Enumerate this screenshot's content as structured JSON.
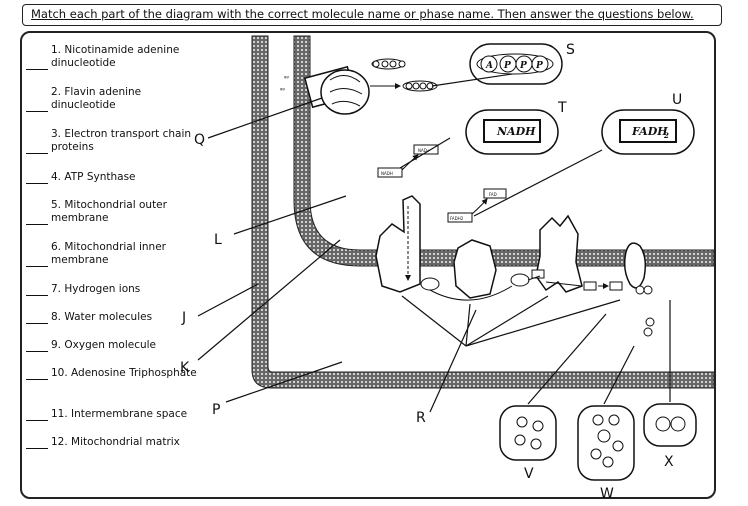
{
  "title": "Match each part of the diagram with the correct molecule name or phase name.  Then answer the questions below.",
  "legend": [
    {
      "num": "1.",
      "text": "Nicotinamide adenine dinucleotide"
    },
    {
      "num": "2.",
      "text": "Flavin adenine dinucleotide"
    },
    {
      "num": "3.",
      "text": "Electron transport chain proteins"
    },
    {
      "num": "4.",
      "text": "ATP Synthase"
    },
    {
      "num": "5.",
      "text": "Mitochondrial outer membrane"
    },
    {
      "num": "6.",
      "text": "Mitochondrial inner membrane"
    },
    {
      "num": "7.",
      "text": "Hydrogen ions"
    },
    {
      "num": "8.",
      "text": "Water molecules"
    },
    {
      "num": "9.",
      "text": "Oxygen molecule"
    },
    {
      "num": "10.",
      "text": "Adenosine Triphosphate"
    },
    {
      "num": "11.",
      "text": "Intermembrane space"
    },
    {
      "num": "12.",
      "text": "Mitochondrial matrix"
    }
  ],
  "labels": {
    "Q": "Q",
    "L": "L",
    "J": "J",
    "K": "K",
    "P": "P",
    "R": "R",
    "S": "S",
    "T": "T",
    "U": "U",
    "V": "V",
    "W": "W",
    "X": "X"
  },
  "boxes": {
    "atp_letters": [
      "A",
      "P",
      "P",
      "P"
    ],
    "nadh": "NADH",
    "fadh2": "FADH",
    "fadh2_sub": "2"
  },
  "small_text": {
    "nad_plus": "NAD+",
    "nadh_small": "NADH",
    "fad": "FAD",
    "fadh2_small": "FADH2"
  }
}
